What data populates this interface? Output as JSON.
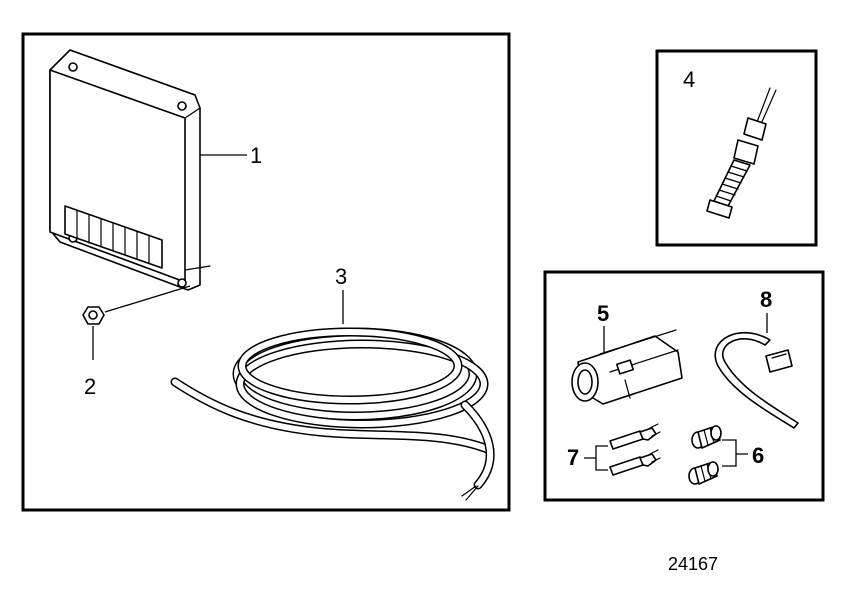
{
  "figure": {
    "reference_number": "24167",
    "callouts": [
      {
        "id": "1",
        "label": "1"
      },
      {
        "id": "2",
        "label": "2"
      },
      {
        "id": "3",
        "label": "3"
      },
      {
        "id": "4",
        "label": "4"
      },
      {
        "id": "5",
        "label": "5"
      },
      {
        "id": "6",
        "label": "6"
      },
      {
        "id": "7",
        "label": "7"
      },
      {
        "id": "8",
        "label": "8"
      }
    ]
  },
  "icons": {
    "part1": "control-unit-icon",
    "part2": "hex-nut-icon",
    "part3": "cable-harness-icon",
    "part4": "sensor-icon",
    "part5": "connector-housing-icon",
    "part6": "seal-plug-icon",
    "part7": "terminal-pin-icon",
    "part8": "cable-tie-icon"
  }
}
